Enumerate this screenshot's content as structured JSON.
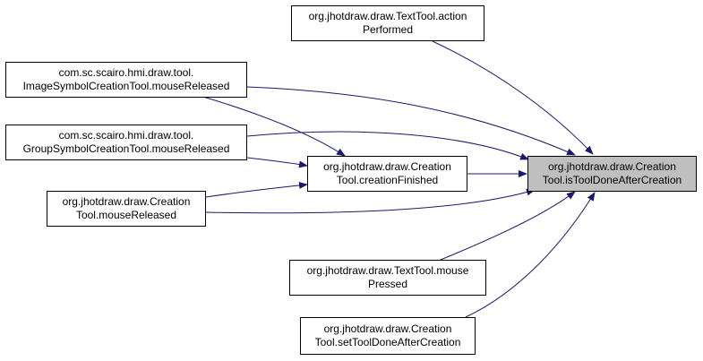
{
  "graph": {
    "title": "",
    "colors": {
      "edge": "#191970",
      "target_fill": "#bfbfbf",
      "node_fill": "#ffffff",
      "border": "#000000"
    },
    "target": {
      "line1": "org.jhotdraw.draw.Creation",
      "line2": "Tool.isToolDoneAfterCreation"
    },
    "nodes": {
      "text_action": {
        "line1": "org.jhotdraw.draw.TextTool.action",
        "line2": "Performed"
      },
      "image_symbol": {
        "line1": "com.sc.scairo.hmi.draw.tool.",
        "line2": "ImageSymbolCreationTool.mouseReleased"
      },
      "group_symbol": {
        "line1": "com.sc.scairo.hmi.draw.tool.",
        "line2": "GroupSymbolCreationTool.mouseReleased"
      },
      "creation_finished": {
        "line1": "org.jhotdraw.draw.Creation",
        "line2": "Tool.creationFinished"
      },
      "mouse_released": {
        "line1": "org.jhotdraw.draw.Creation",
        "line2": "Tool.mouseReleased"
      },
      "text_mouse_pressed": {
        "line1": "org.jhotdraw.draw.TextTool.mouse",
        "line2": "Pressed"
      },
      "set_tool_done": {
        "line1": "org.jhotdraw.draw.Creation",
        "line2": "Tool.setToolDoneAfterCreation"
      }
    },
    "edges": [
      {
        "from": "text_action",
        "to": "target"
      },
      {
        "from": "image_symbol",
        "to": "target"
      },
      {
        "from": "image_symbol",
        "to": "creation_finished"
      },
      {
        "from": "group_symbol",
        "to": "target"
      },
      {
        "from": "group_symbol",
        "to": "creation_finished"
      },
      {
        "from": "creation_finished",
        "to": "target"
      },
      {
        "from": "mouse_released",
        "to": "creation_finished"
      },
      {
        "from": "mouse_released",
        "to": "target"
      },
      {
        "from": "text_mouse_pressed",
        "to": "target"
      },
      {
        "from": "set_tool_done",
        "to": "target"
      }
    ]
  }
}
